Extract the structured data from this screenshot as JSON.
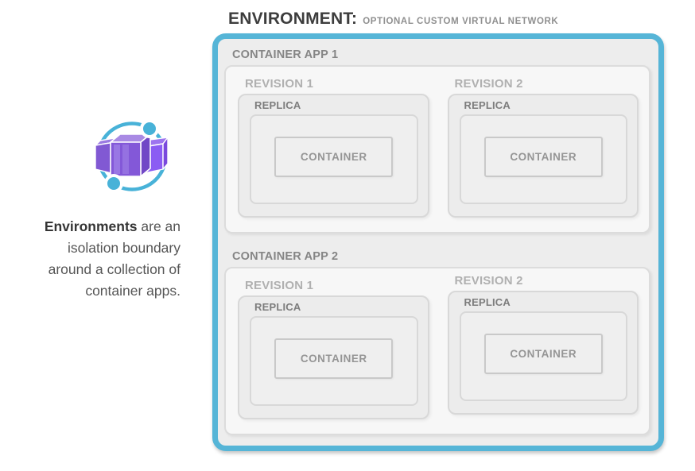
{
  "title": {
    "label": "ENVIRONMENT:",
    "sublabel": "OPTIONAL CUSTOM VIRTUAL NETWORK"
  },
  "sidebar": {
    "icon": "azure-container-apps",
    "description": {
      "bold": "Environments",
      "line1_rest": " are an",
      "line2": "isolation boundary",
      "line3": "around a collection of",
      "line4": "container apps."
    }
  },
  "environment": {
    "apps": [
      {
        "label": "CONTAINER APP 1",
        "revisions": [
          {
            "label": "REVISION 1",
            "replica": {
              "label": "REPLICA",
              "container": {
                "label": "CONTAINER"
              }
            }
          },
          {
            "label": "REVISION 2",
            "replica": {
              "label": "REPLICA",
              "container": {
                "label": "CONTAINER"
              }
            }
          }
        ]
      },
      {
        "label": "CONTAINER APP 2",
        "revisions": [
          {
            "label": "REVISION 1",
            "replica": {
              "label": "REPLICA",
              "container": {
                "label": "CONTAINER"
              }
            }
          },
          {
            "label": "REVISION 2",
            "replica": {
              "label": "REPLICA",
              "container": {
                "label": "CONTAINER"
              }
            }
          }
        ]
      }
    ]
  },
  "colors": {
    "accent_blue": "#56b5d7",
    "icon_cyan": "#48b2d8",
    "icon_purple": "#8b5cf6",
    "box_gray": "#ececec"
  }
}
